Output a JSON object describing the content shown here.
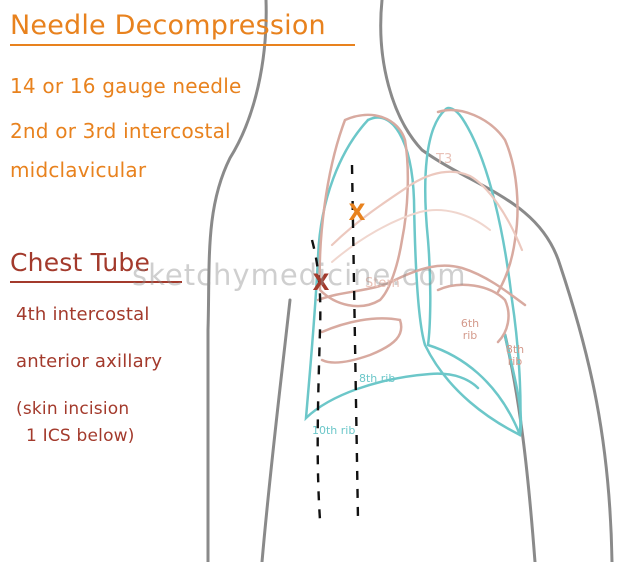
{
  "needle": {
    "title": "Needle Decompression",
    "line1": "14 or 16 gauge needle",
    "line2": "2nd or 3rd intercostal",
    "line3": "midclavicular"
  },
  "chest_tube": {
    "title": "Chest Tube",
    "line1": "4th intercostal",
    "line2": "anterior axillary",
    "line3": "(skin incision",
    "line4": "1 ICS below)"
  },
  "labels": {
    "t3": "T3",
    "sternum": "Stern",
    "rib6": "6th rib",
    "rib8_right": "8th rib",
    "rib8_left": "8th rib",
    "rib10": "10th rib"
  },
  "markers": {
    "needle_marker": "X",
    "tube_marker": "X"
  },
  "watermark": "sketchymedicine.com",
  "colors": {
    "needle": "#e8821e",
    "chest_tube": "#a33a2c",
    "lung_outline": "#6cc7c9",
    "rib_outline": "#d49a8c",
    "body_outline": "#808080"
  }
}
